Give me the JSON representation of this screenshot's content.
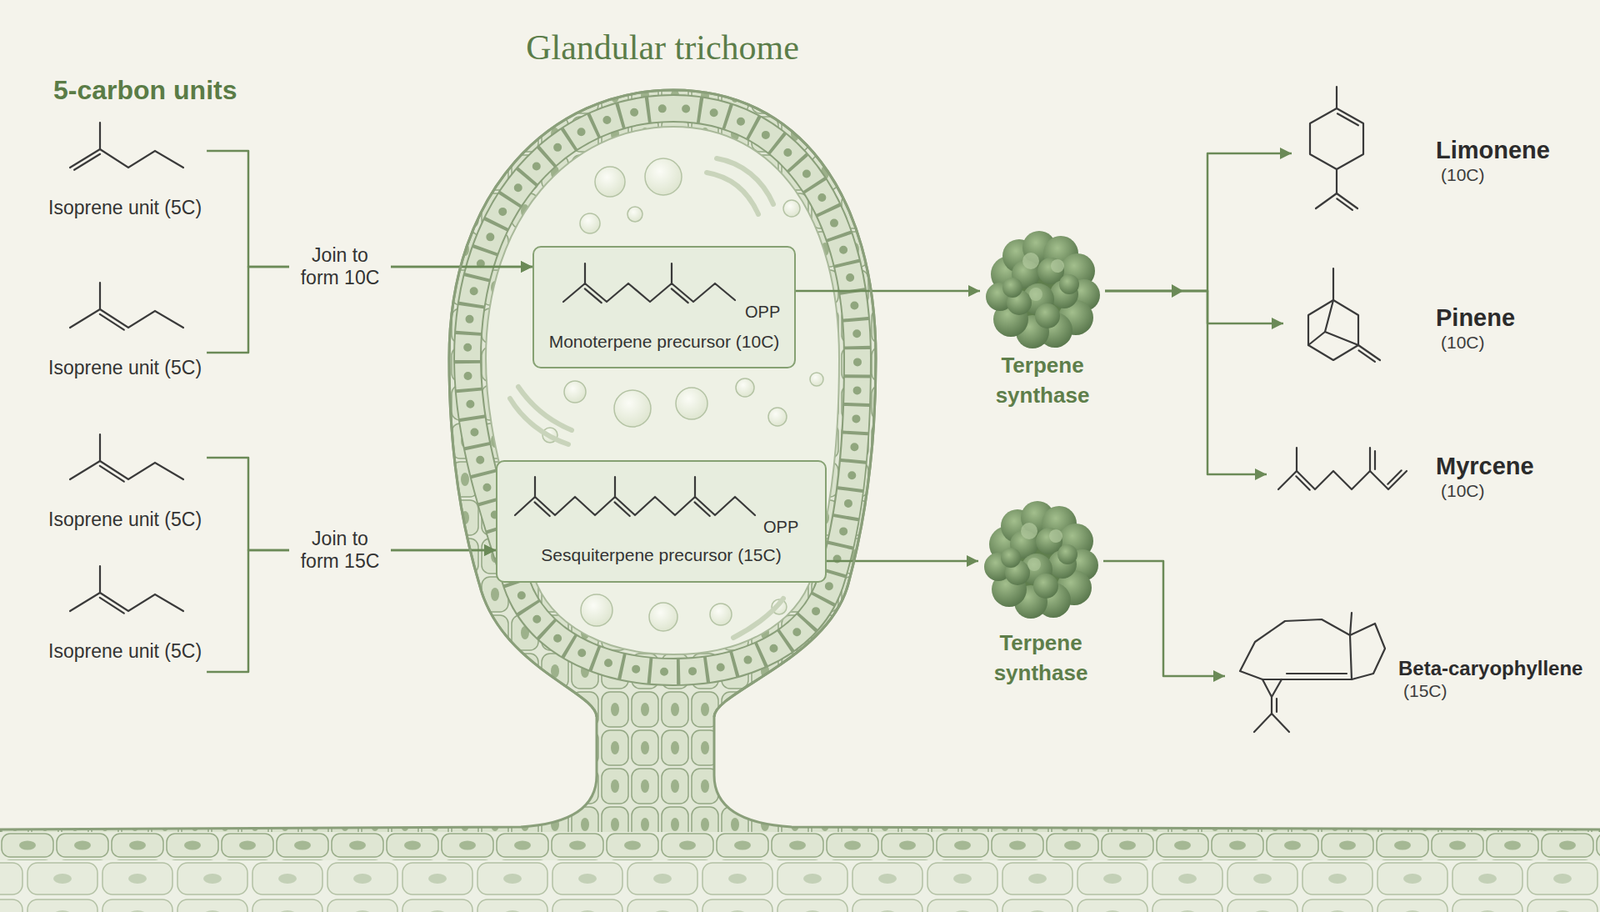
{
  "diagram": {
    "nodes": [
      {
        "text": [
          "Isoprene unit (5C)"
        ]
      },
      {
        "text": [
          "Isoprene unit (5C)"
        ]
      },
      {
        "text": [
          "Isoprene unit (5C)"
        ]
      },
      {
        "text": [
          "Isoprene unit (5C)"
        ]
      },
      {
        "text": [
          "Glandular trichome"
        ]
      },
      {
        "text": [
          "OPP",
          "Monoterpene precursor (10C)"
        ],
        "in": 4
      },
      {
        "text": [
          "OPP",
          "Sesquiterpene precursor (15C)"
        ],
        "in": 4
      },
      {
        "text": [
          "Terpene synthase"
        ]
      },
      {
        "text": [
          "Terpene synthase"
        ]
      },
      {
        "text": [
          "Limonene",
          "(10C)"
        ]
      },
      {
        "text": [
          "Pinene",
          "(10C)"
        ]
      },
      {
        "text": [
          "Myrcene",
          "(10C)"
        ]
      },
      {
        "text": [
          "Beta-caryophyllene",
          "(15C)"
        ]
      }
    ],
    "edges": [
      {
        "from": 0,
        "to": 5,
        "label": "Join to form 10C",
        "arrow": "to"
      },
      {
        "from": 1,
        "to": 5,
        "arrow": "to"
      },
      {
        "from": 2,
        "to": 6,
        "label": "Join to form 15C",
        "arrow": "to"
      },
      {
        "from": 3,
        "to": 6,
        "arrow": "to"
      },
      {
        "from": 5,
        "to": 7,
        "arrow": "to"
      },
      {
        "from": 7,
        "to": 9,
        "arrow": "to"
      },
      {
        "from": 7,
        "to": 10,
        "arrow": "to"
      },
      {
        "from": 7,
        "to": 11,
        "arrow": "to"
      },
      {
        "from": 6,
        "to": 8,
        "arrow": "to"
      },
      {
        "from": 8,
        "to": 12,
        "arrow": "to"
      }
    ],
    "labels": [
      "5-carbon units"
    ]
  }
}
